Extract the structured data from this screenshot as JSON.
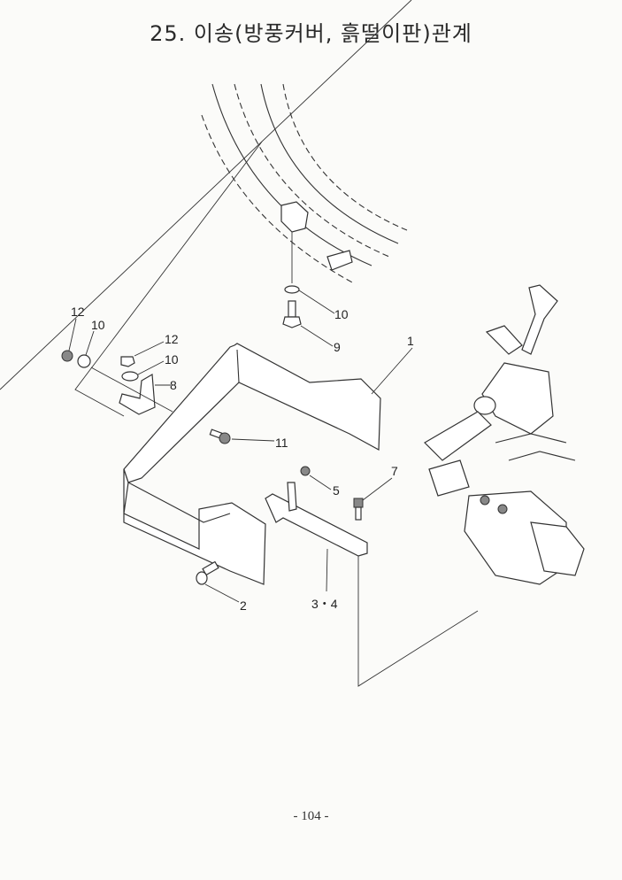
{
  "title": "25. 이송(방풍커버, 흙떨이판)관계",
  "page_number": "- 104 -",
  "callouts": {
    "c1": "1",
    "c2": "2",
    "c34": "3・4",
    "c5": "5",
    "c7": "7",
    "c8": "8",
    "c9": "9",
    "c10a": "10",
    "c10b": "10",
    "c10c": "10",
    "c11": "11",
    "c12a": "12",
    "c12b": "12"
  }
}
